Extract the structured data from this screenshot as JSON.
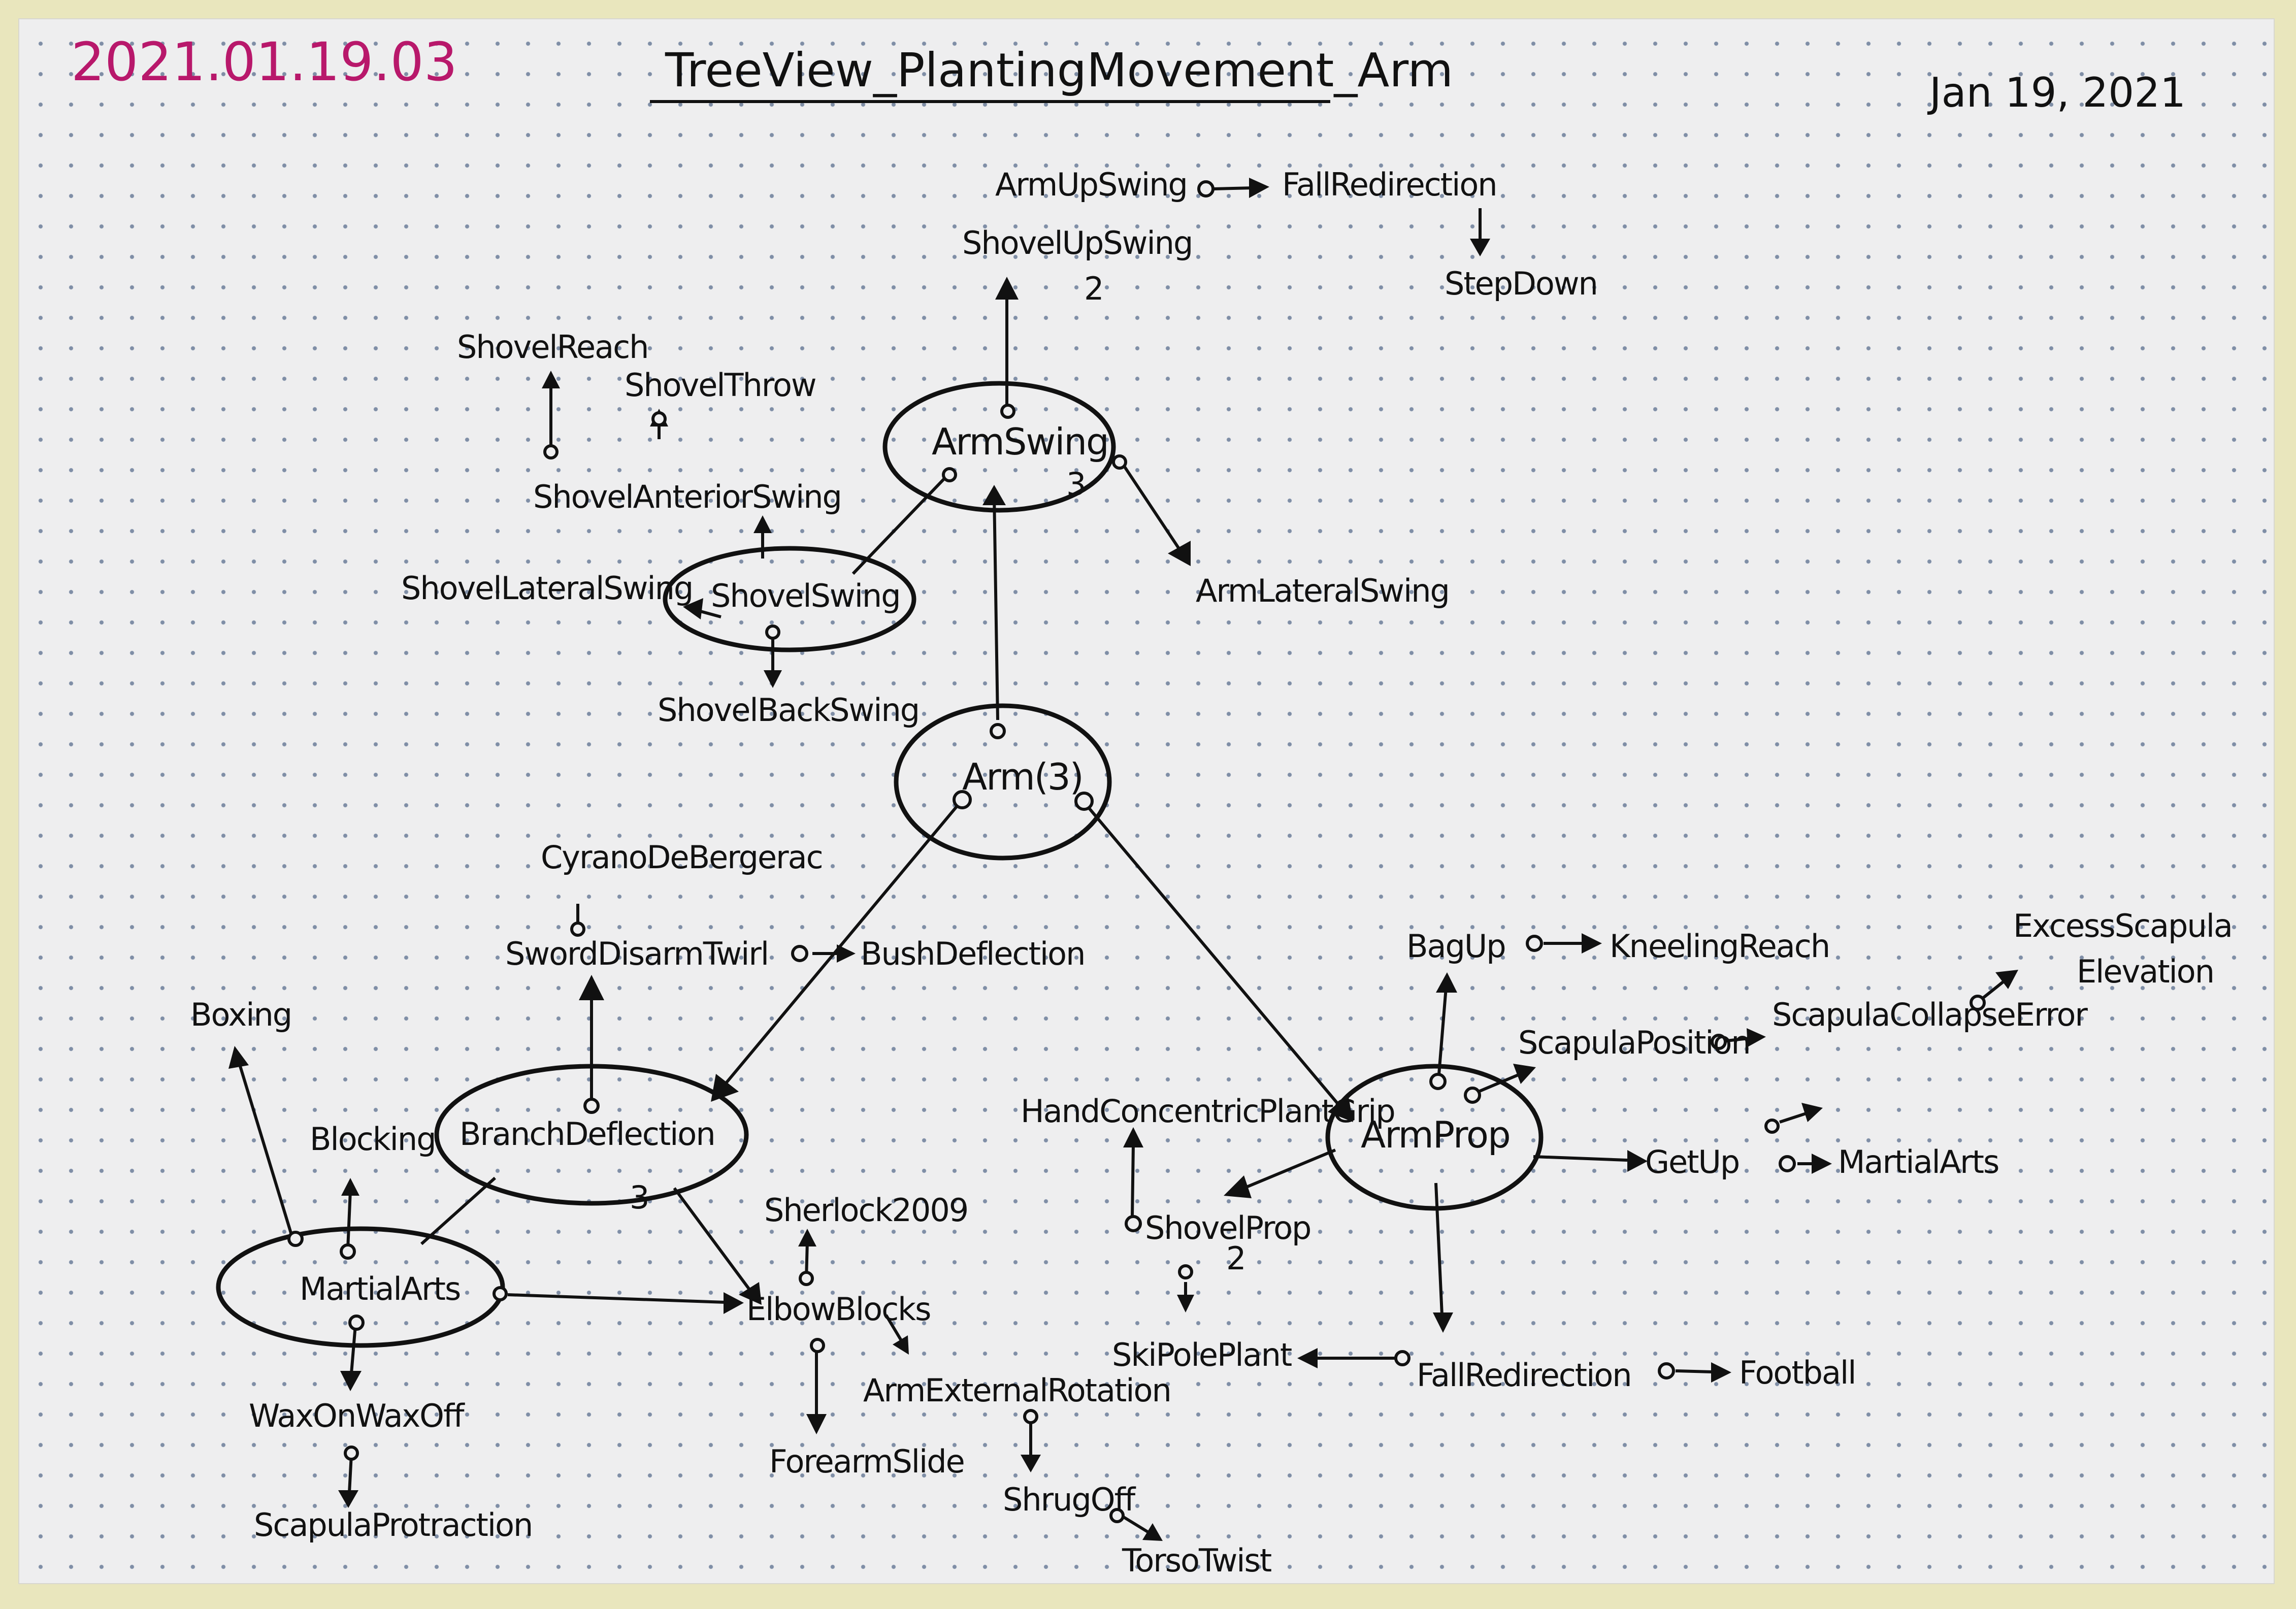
{
  "header": {
    "stamp": "2021.01.19.03",
    "title": "TreeView_PlantingMovement_Arm",
    "date": "Jan 19, 2021"
  },
  "nodes": {
    "arm": "Arm(3)",
    "arm_swing": "ArmSwing",
    "arm_swing_num": "3",
    "arm_up_swing": "ArmUpSwing",
    "shovel_up_swing": "ShovelUpSwing",
    "up_swing_num": "2",
    "fall_redirection_top": "FallRedirection",
    "step_down": "StepDown",
    "arm_lateral_swing": "ArmLateralSwing",
    "shovel_swing": "ShovelSwing",
    "shovel_anterior_swing": "ShovelAnteriorSwing",
    "shovel_reach": "ShovelReach",
    "shovel_throw": "ShovelThrow",
    "shovel_lateral_swing": "ShovelLateralSwing",
    "shovel_back_swing": "ShovelBackSwing",
    "branch_deflection": "BranchDeflection",
    "branch_deflection_num": "3",
    "sword_disarm_twirl": "SwordDisarmTwirl",
    "cyrano": "CyranoDeBergerac",
    "bush_deflection": "BushDeflection",
    "martial_arts_left": "MartialArts",
    "boxing": "Boxing",
    "blocking": "Blocking",
    "wax_on_wax_off": "WaxOnWaxOff",
    "scapula_protraction": "ScapulaProtraction",
    "elbow_blocks": "ElbowBlocks",
    "sherlock": "Sherlock2009",
    "forearm_slide": "ForearmSlide",
    "arm_external_rotation": "ArmExternalRotation",
    "shrug_off": "ShrugOff",
    "torso_twist": "TorsoTwist",
    "arm_prop": "ArmProp",
    "bag_up": "BagUp",
    "kneeling_reach": "KneelingReach",
    "scapula_position": "ScapulaPosition",
    "scapula_collapse_error": "ScapulaCollapseError",
    "excess_scapula_elevation_1": "ExcessScapula",
    "excess_scapula_elevation_2": "Elevation",
    "get_up": "GetUp",
    "martial_arts_right": "MartialArts",
    "hand_grip": "HandConcentricPlantGrip",
    "shovel_prop": "ShovelProp",
    "shovel_prop_num": "2",
    "ski_pole_plant": "SkiPolePlant",
    "fall_redirection_bottom": "FallRedirection",
    "football": "Football"
  },
  "colors": {
    "ink": "#111111",
    "stamp": "#b8186b",
    "paper": "#eeeeef",
    "grid_dot": "#7f8ea6",
    "background": "#e9e6bd"
  }
}
